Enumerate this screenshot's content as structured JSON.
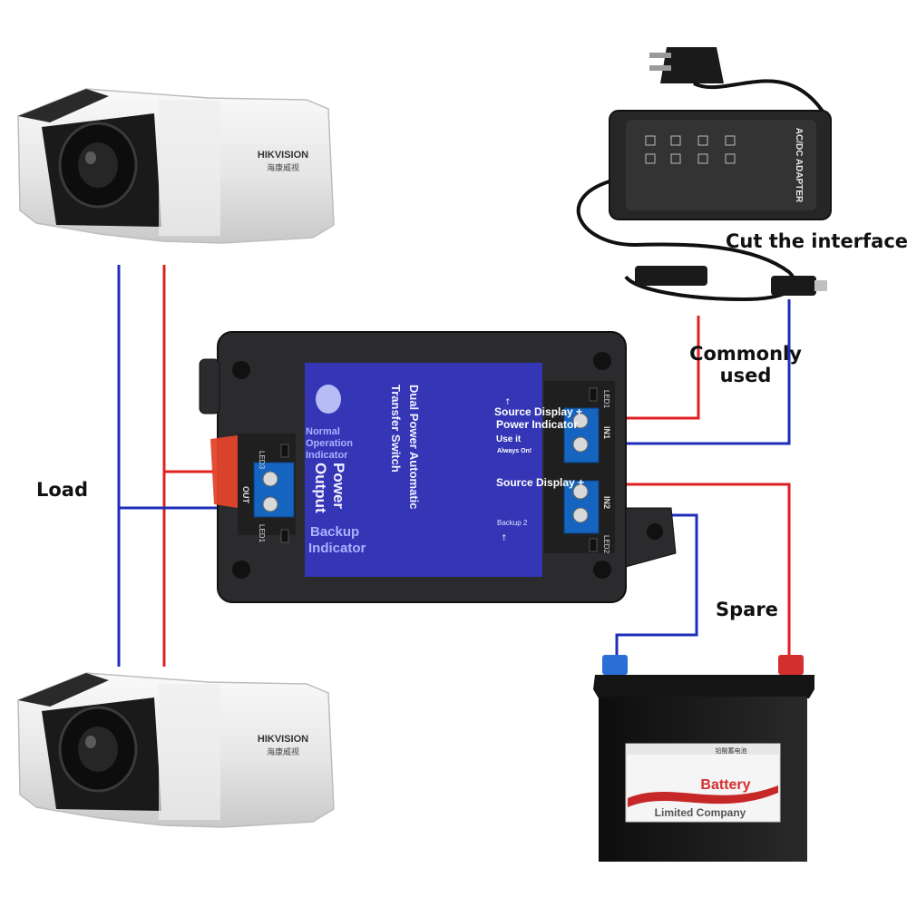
{
  "colors": {
    "wire_positive": "#e02020",
    "wire_negative": "#1f2db8",
    "device_body": "#2b2b2e",
    "device_panel": "#3436b5",
    "terminal_block": "#1565c0",
    "panel_note": "#a9b2ff"
  },
  "callouts": {
    "load": "Load",
    "cut_interface": "Cut the interface",
    "commonly_used": "Commonly\nused",
    "spare": "Spare"
  },
  "cameras": {
    "brand": "HIKVISION",
    "brand_sub": "海康威视"
  },
  "device": {
    "title_line1": "Dual Power Automatic",
    "title_line2": "Transfer Switch",
    "normal_indicator": "Normal Operation Indicator",
    "power_output_line1": "Power",
    "power_output_line2": "Output",
    "backup_indicator": "Backup Indicator",
    "source1_label": "Source Display +",
    "source1_label_line2": "Power Indicator",
    "use_it": "Use it",
    "always_on": "Always On!",
    "source2_label": "Source Display +",
    "backup2": "Backup 2",
    "led_out": "LED3",
    "term_out": "OUT",
    "led_bottom_left": "LED1",
    "led_in1": "LED1",
    "term_in1": "IN1",
    "term_in2": "IN2",
    "led_in2": "LED2"
  },
  "adapter": {
    "label": "AC/DC ADAPTER"
  },
  "battery": {
    "label_line1": "Battery",
    "label_line2": "Limited Company",
    "header": "铅酸蓄电池"
  }
}
